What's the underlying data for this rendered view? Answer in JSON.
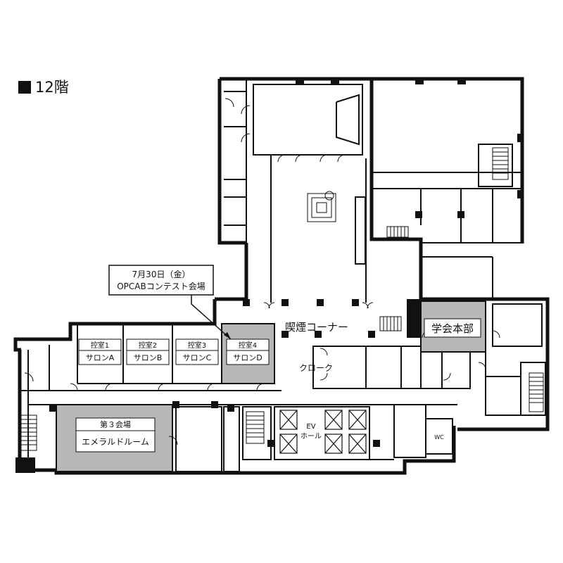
{
  "floor": {
    "title": "12階"
  },
  "callout": {
    "line1": "7月30日（金）",
    "line2": "OPCABコンテスト会場"
  },
  "rooms": {
    "hikae1": {
      "name": "控室1",
      "salon": "サロンA"
    },
    "hikae2": {
      "name": "控室2",
      "salon": "サロンB"
    },
    "hikae3": {
      "name": "控室3",
      "salon": "サロンC"
    },
    "hikae4": {
      "name": "控室4",
      "salon": "サロンD"
    },
    "venue3": {
      "name": "第３会場",
      "sub": "エメラルドルーム"
    },
    "headquarters": "学会本部",
    "smoking": "喫煙コーナー",
    "cloak": "クローク",
    "ev_hall": {
      "line1": "EV",
      "line2": "ホール"
    },
    "wc": "WC"
  },
  "colors": {
    "highlight": "#b8b8b8",
    "wall": "#111111",
    "room_fill": "#ffffff"
  }
}
